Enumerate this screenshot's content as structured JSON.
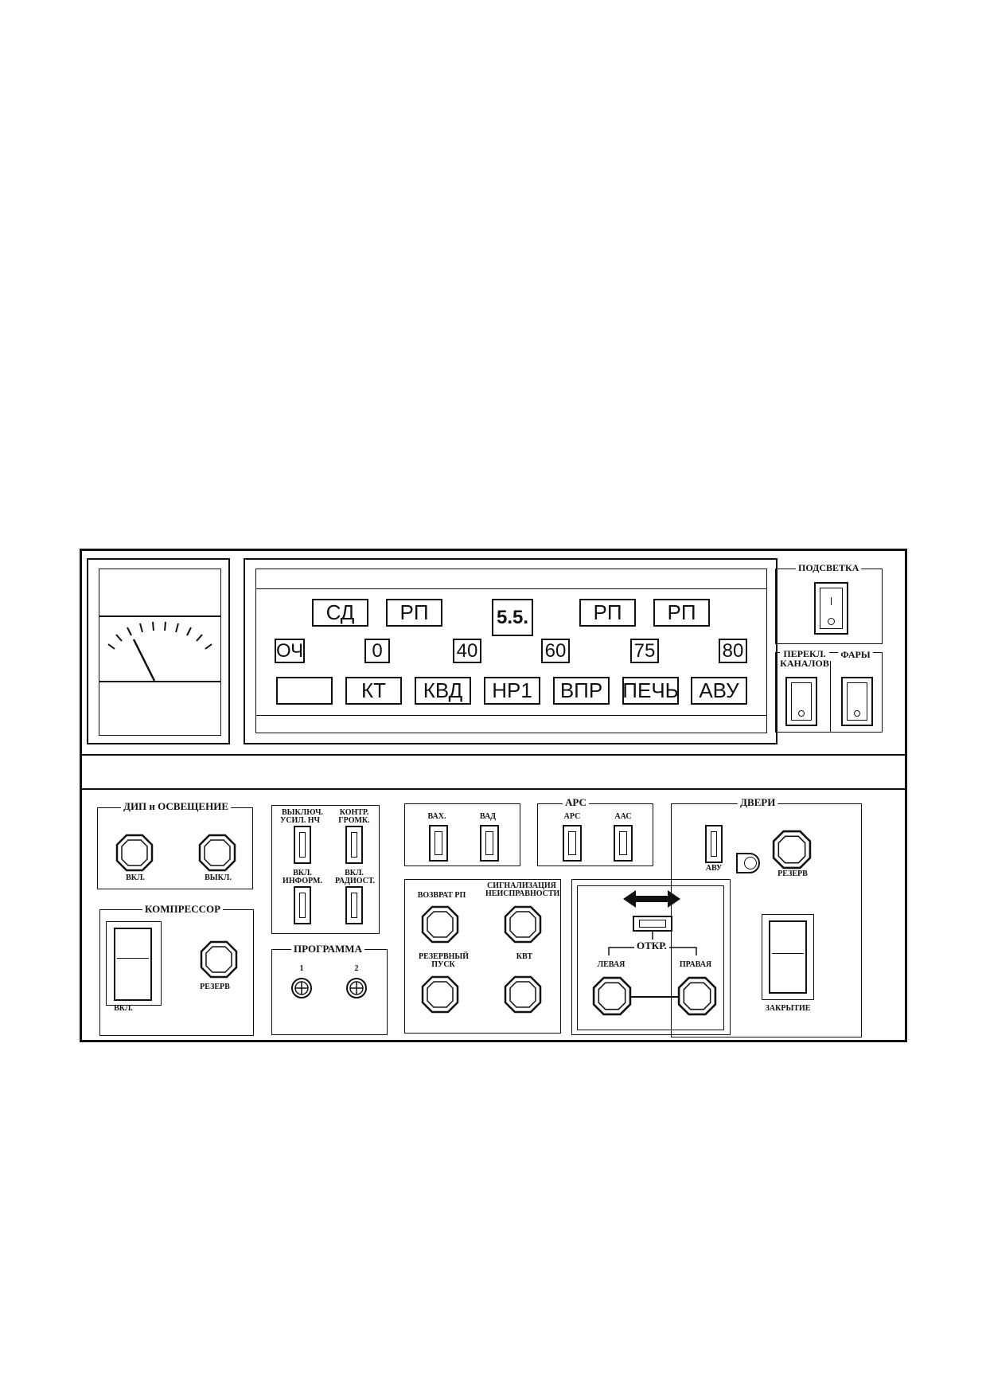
{
  "meter": {},
  "display": {
    "top_row": [
      "СД",
      "РП",
      "5.5.",
      "РП",
      "РП"
    ],
    "scale": [
      "ОЧ",
      "0",
      "40",
      "60",
      "75",
      "80"
    ],
    "bottom_row": [
      "",
      "КТ",
      "КВД",
      "НР1",
      "ВПР",
      "ПЕЧЬ",
      "АВУ"
    ]
  },
  "right_top": {
    "backlight": "ПОДСВЕТКА",
    "channel_switch": [
      "ПЕРЕКЛ.",
      "КАНАЛОВ"
    ],
    "headlights": "ФАРЫ"
  },
  "dip": {
    "title": "ДИП и ОСВЕЩЕНИЕ",
    "on": "ВКЛ.",
    "off": "ВЫКЛ."
  },
  "compressor": {
    "title": "КОМПРЕССОР",
    "on": "ВКЛ.",
    "reserve": "РЕЗЕРВ"
  },
  "audio": {
    "tl": [
      "ВЫКЛЮЧ.",
      "УСИЛ. НЧ"
    ],
    "tr": [
      "КОНТР.",
      "ГРОМК."
    ],
    "bl": [
      "ВКЛ.",
      "ИНФОРМ."
    ],
    "br": [
      "ВКЛ.",
      "РАДИОСТ."
    ]
  },
  "program": {
    "title": "ПРОГРАММА",
    "p1": "1",
    "p2": "2"
  },
  "vah": {
    "a": "ВАХ.",
    "b": "ВАД"
  },
  "ars": {
    "title": "АРС",
    "a": "АРС",
    "b": "ААС"
  },
  "mid": {
    "return_rp": "ВОЗВРАТ РП",
    "fault": [
      "СИГНАЛИЗАЦИЯ",
      "НЕИСПРАВНОСТИ"
    ],
    "reserve_start": [
      "РЕЗЕРВНЫЙ",
      "ПУСК"
    ],
    "kvt": "КВТ"
  },
  "doors": {
    "title": "ДВЕРИ",
    "avu": "АВУ",
    "reserve": "РЕЗЕРВ",
    "open": "ОТКР.",
    "left": "ЛЕВАЯ",
    "right": "ПРАВАЯ",
    "close": "ЗАКРЫТИЕ"
  }
}
